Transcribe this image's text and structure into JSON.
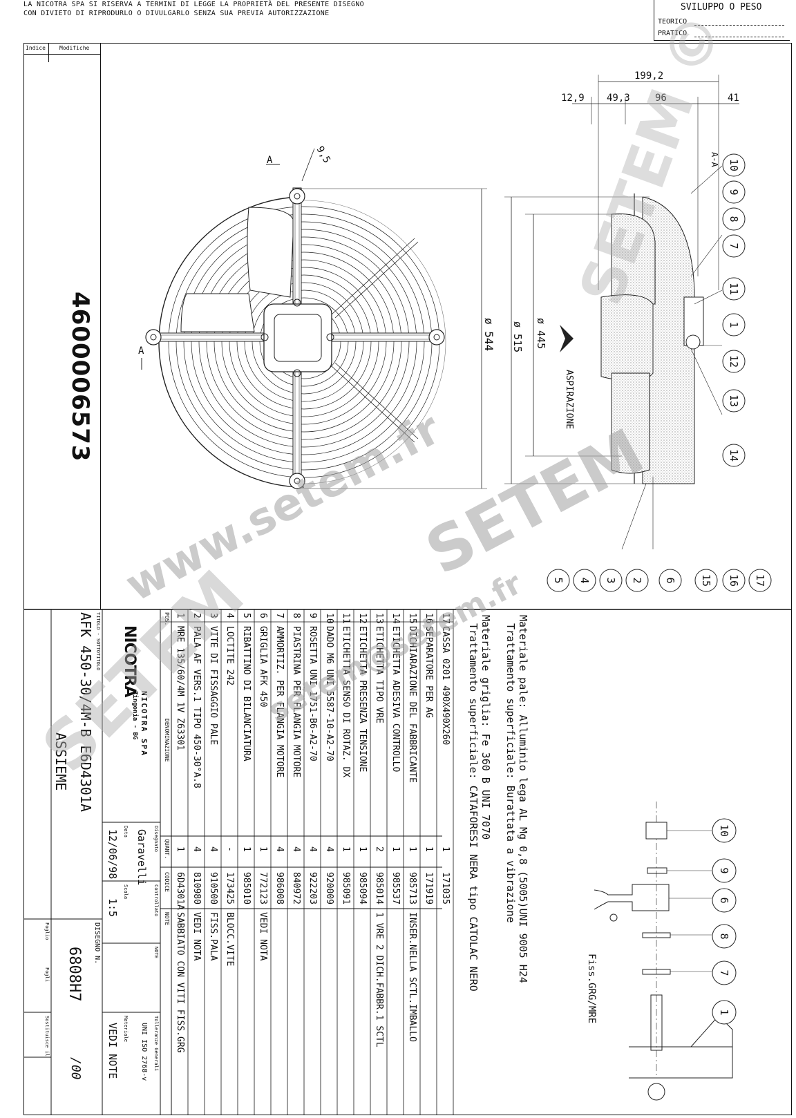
{
  "header": {
    "notice_line1": "LA NICOTRA SPA SI RISERVA A TERMINI DI LEGGE LA PROPRIETÀ DEL PRESENTE DISEGNO",
    "notice_line2": "CON DIVIETO DI RIPRODURLO O DIVULGARLO SENZA SUA PREVIA AUTORIZZAZIONE",
    "weight_title": "SVILUPPO O PESO",
    "weight_teorico": "TEORICO",
    "weight_pratico": "PRATICO"
  },
  "revision": {
    "indice": "Indice",
    "modifiche": "Modifiche"
  },
  "part_number": "4600006573",
  "dimensions": {
    "overall_depth": "199,2",
    "d1": "12,9",
    "d2": "49,3",
    "d3": "96",
    "d4": "41",
    "hole": "9,5",
    "dia_544": "ø 544",
    "dia_515": "ø 515",
    "dia_445": "ø 445",
    "section_marker": "A",
    "section_label": "A-A",
    "airflow": "ASPIRAZIONE",
    "detail_caption": "Fiss.GRG/MRE"
  },
  "balloons_top": [
    "10",
    "9",
    "8",
    "7",
    "11",
    "1",
    "12",
    "13",
    "14"
  ],
  "balloons_bottom": [
    "5",
    "4",
    "3",
    "2",
    "6",
    "15",
    "16",
    "17"
  ],
  "detail_balloons": [
    "10",
    "9",
    "6",
    "8",
    "7",
    "1"
  ],
  "notes": [
    "Materiale pale: Alluminio lega AL Mg 0,8 (5005)UNI 9005 H24",
    "Trattamento superficiale: Burattata a vibrazione",
    "Materiale griglia: Fe 360 B UNI 7070",
    "Trattamento superficiale: CATAFORESI NERA tipo CATOLAC NERO"
  ],
  "bom": {
    "headers": {
      "pos": "POS.",
      "denominazione": "DENOMINAZIONE",
      "quant": "QUANT.",
      "codice": "CODICE",
      "note": "NOTE"
    },
    "rows": [
      {
        "pos": "17",
        "den": "CASSA 0201  490X490X260",
        "qty": "1",
        "code": "171035",
        "note": ""
      },
      {
        "pos": "16",
        "den": "SEPARATORE PER AG",
        "qty": "1",
        "code": "171919",
        "note": ""
      },
      {
        "pos": "15",
        "den": "DICHIARAZIONE DEL FABBRICANTE",
        "qty": "1",
        "code": "985713",
        "note": "INSER.NELLA SCTL.IMBALLO"
      },
      {
        "pos": "14",
        "den": "ETICHETTA ADESIVA CONTROLLO",
        "qty": "1",
        "code": "985537",
        "note": ""
      },
      {
        "pos": "13",
        "den": "ETICHETTA TIPO VRE",
        "qty": "2",
        "code": "985014",
        "note": "1 VRE 2 DICH.FABBR.1 SCTL"
      },
      {
        "pos": "12",
        "den": "ETICHETTA PRESENZA TENSIONE",
        "qty": "1",
        "code": "985094",
        "note": ""
      },
      {
        "pos": "11",
        "den": "ETICHETTA SENSO DI ROTAZ. DX",
        "qty": "1",
        "code": "985091",
        "note": ""
      },
      {
        "pos": "10",
        "den": "DADO M6 UNI 5587-10-A2-70",
        "qty": "4",
        "code": "920009",
        "note": ""
      },
      {
        "pos": "9",
        "den": "ROSETTA UNI 1751-B6-A2-70",
        "qty": "4",
        "code": "922203",
        "note": ""
      },
      {
        "pos": "8",
        "den": "PIASTRINA PER FLANGIA MOTORE",
        "qty": "4",
        "code": "840972",
        "note": ""
      },
      {
        "pos": "7",
        "den": "AMMORTIZ. PER FLANGIA MOTORE",
        "qty": "4",
        "code": "986008",
        "note": ""
      },
      {
        "pos": "6",
        "den": "GRIGLIA AFK 450",
        "qty": "1",
        "code": "772123",
        "note": "VEDI NOTA"
      },
      {
        "pos": "5",
        "den": "RIBATTINO DI BILANCIATURA",
        "qty": "1",
        "code": "985010",
        "note": ""
      },
      {
        "pos": "4",
        "den": "LOCTITE 242",
        "qty": "-",
        "code": "173425",
        "note": "BLOCC.VITE"
      },
      {
        "pos": "3",
        "den": "VITE DI FISSAGGIO PALE",
        "qty": "4",
        "code": "910500",
        "note": "FISS.PALA"
      },
      {
        "pos": "2",
        "den": "PALA AF VERS.1 TIPO 450-30°A.8",
        "qty": "4",
        "code": "810980",
        "note": "VEDI NOTA"
      },
      {
        "pos": "1",
        "den": "MRE 135/60/4M 1V Z63301",
        "qty": "1",
        "code": "6D4301A",
        "note": "SABBIATO CON VITI FISS.GRG"
      }
    ]
  },
  "title_block": {
    "company": "NICOTRA SPA",
    "location": "Zingonia - BG",
    "logo_text": "NICOTRA",
    "title_label": "TITOLO - SOTTOTITOLO",
    "title": "AFK 450-30/4M-B     E6D4301A",
    "subtitle": "ASSIEME",
    "disegnato_label": "Disegnato",
    "disegnato": "Garavelli",
    "data_label": "Data",
    "data": "12/06/98",
    "controllato_label": "Controllato",
    "scala_label": "Scala",
    "scala": "1:5",
    "disegno_label": "DISEGNO N.",
    "disegno": "6808H7",
    "revision": "/00",
    "tolleranze_label": "Tolleranze Generali",
    "tolleranze": "UNI ISO 2768-v",
    "materiale_label": "Materiale",
    "materiale": "VEDI NOTE",
    "foglio_label": "Foglio",
    "fogli_label": "Fogli",
    "sostituisce_label": "Sostituisce il"
  },
  "watermarks": [
    "www.setem.fr",
    "SETEM",
    "setem@setem.fr",
    "SETEM ©"
  ]
}
